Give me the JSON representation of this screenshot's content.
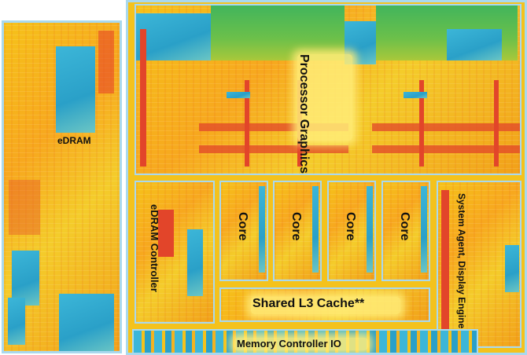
{
  "labels": {
    "edram": "eDRAM",
    "graphics": "Processor Graphics",
    "edram_controller": "eDRAM Controller",
    "core1": "Core",
    "core2": "Core",
    "core3": "Core",
    "core4": "Core",
    "system_agent": "System Agent, Display Engine & Memory Controller",
    "l3_cache": "Shared L3 Cache**",
    "memory_io": "Memory Controller IO"
  },
  "colors": {
    "frame": "#a9d9ee",
    "die_yellow": "#f6c21a",
    "die_orange": "#f2a019",
    "cyan": "#2aa0c8",
    "green": "#41b55c",
    "red": "#e2452a"
  }
}
